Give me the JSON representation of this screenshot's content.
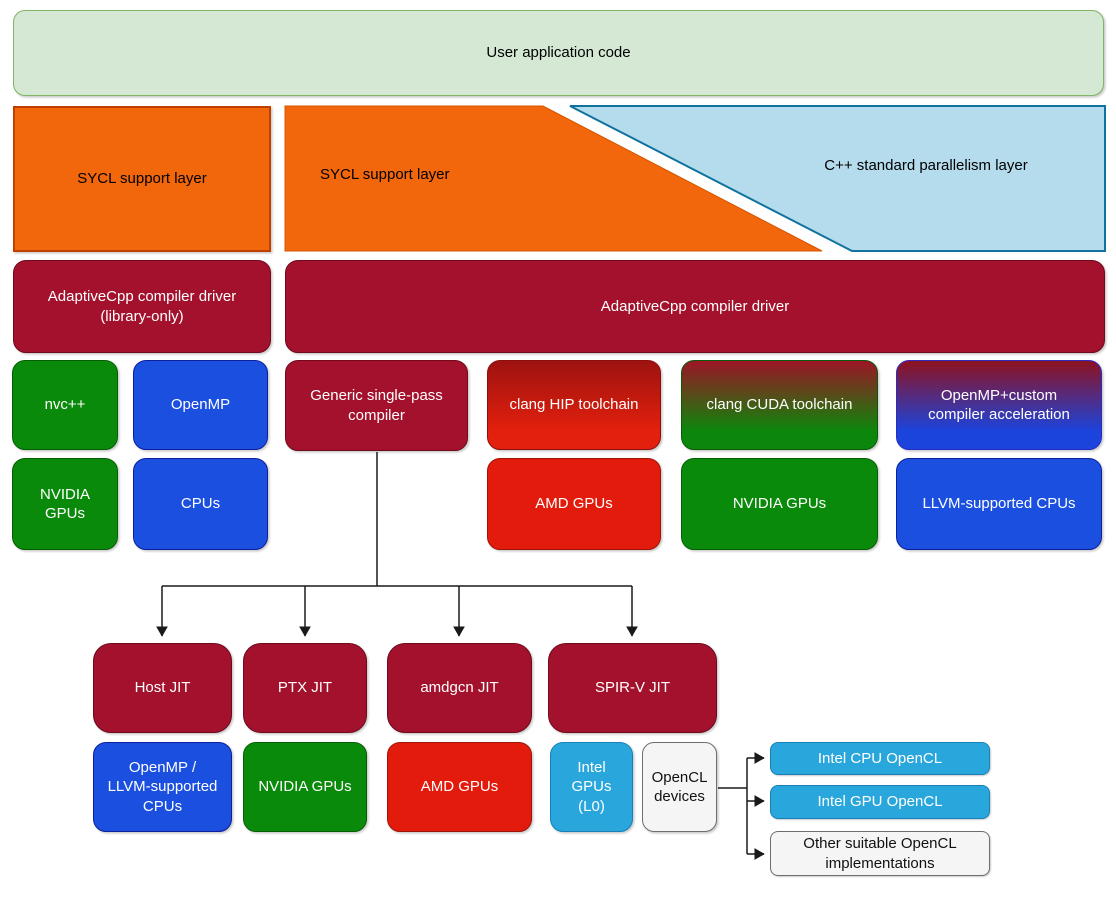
{
  "banner": {
    "label": "User application code"
  },
  "layers": {
    "sycl_left": {
      "label": "SYCL support layer"
    },
    "sycl_mid": {
      "label": "SYCL support layer"
    },
    "cpp_std": {
      "label": "C++ standard parallelism layer"
    }
  },
  "drivers": {
    "library_only": {
      "label": "AdaptiveCpp compiler driver\n(library-only)"
    },
    "main": {
      "label": "AdaptiveCpp compiler driver"
    }
  },
  "toolchains": {
    "nvcpp": {
      "label": "nvc++"
    },
    "openmp": {
      "label": "OpenMP"
    },
    "generic": {
      "label": "Generic single-pass\ncompiler"
    },
    "clang_hip": {
      "label": "clang HIP toolchain"
    },
    "clang_cuda": {
      "label": "clang CUDA toolchain"
    },
    "openmp_custom": {
      "label": "OpenMP+custom\ncompiler acceleration"
    }
  },
  "targets": {
    "nvidia_gpus_nvcpp": {
      "label": "NVIDIA\nGPUs"
    },
    "cpus": {
      "label": "CPUs"
    },
    "amd_gpus_hip": {
      "label": "AMD GPUs"
    },
    "nvidia_gpus_cuda": {
      "label": "NVIDIA GPUs"
    },
    "llvm_cpus": {
      "label": "LLVM-supported CPUs"
    }
  },
  "jit_backends": {
    "host": {
      "label": "Host JIT"
    },
    "ptx": {
      "label": "PTX JIT"
    },
    "amdgcn": {
      "label": "amdgcn JIT"
    },
    "spirv": {
      "label": "SPIR-V JIT"
    }
  },
  "jit_targets": {
    "openmp_llvm_cpus": {
      "label": "OpenMP /\nLLVM-supported\nCPUs"
    },
    "nvidia_gpus": {
      "label": "NVIDIA GPUs"
    },
    "amd_gpus": {
      "label": "AMD GPUs"
    },
    "intel_gpus_l0": {
      "label": "Intel\nGPUs\n(L0)"
    },
    "opencl_devices": {
      "label": "OpenCL\ndevices"
    }
  },
  "opencl_implementations": {
    "intel_cpu": {
      "label": "Intel CPU OpenCL"
    },
    "intel_gpu": {
      "label": "Intel GPU OpenCL"
    },
    "other": {
      "label": "Other suitable OpenCL\nimplementations"
    }
  },
  "palette": {
    "banner_green_fill": "#d5e8d4",
    "banner_green_border": "#82b366",
    "orange_fill": "#f2660c",
    "orange_border": "#bf4000",
    "lightblue_fill": "#b5dced",
    "lightblue_border": "#10739e",
    "darkred_fill": "#a3112c",
    "green_fill": "#0a8a0a",
    "blue_fill": "#1a4fe0",
    "red_fill": "#e31b0c",
    "cyan_fill": "#29a7dc",
    "gray_fill": "#f5f5f5",
    "connector_line": "#1a1a1a"
  }
}
